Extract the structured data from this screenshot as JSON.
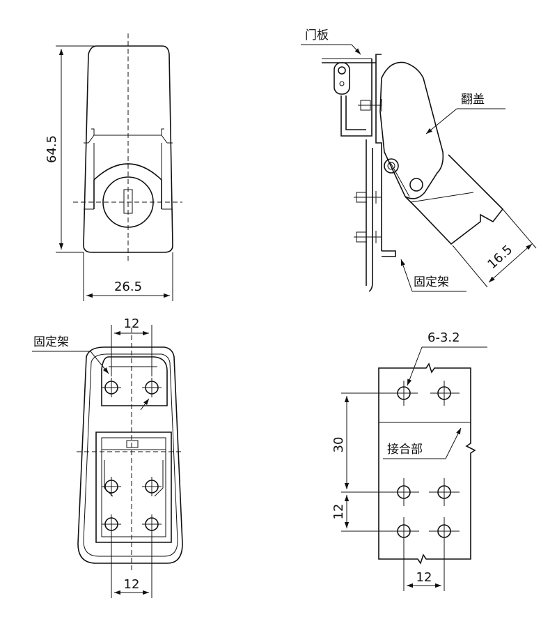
{
  "dimensions": {
    "front_height": "64.5",
    "front_width": "26.5",
    "side_length": "16.5",
    "back_top_spacing": "12",
    "back_bottom_spacing": "12",
    "template_vertical": "30",
    "template_row_spacing": "12",
    "template_hole_spacing": "12",
    "hole_spec": "6-3.2"
  },
  "labels": {
    "door_panel": "门板",
    "flip_cover": "翻盖",
    "bracket_side": "固定架",
    "bracket_back": "固定架",
    "joint_part": "接合部"
  }
}
